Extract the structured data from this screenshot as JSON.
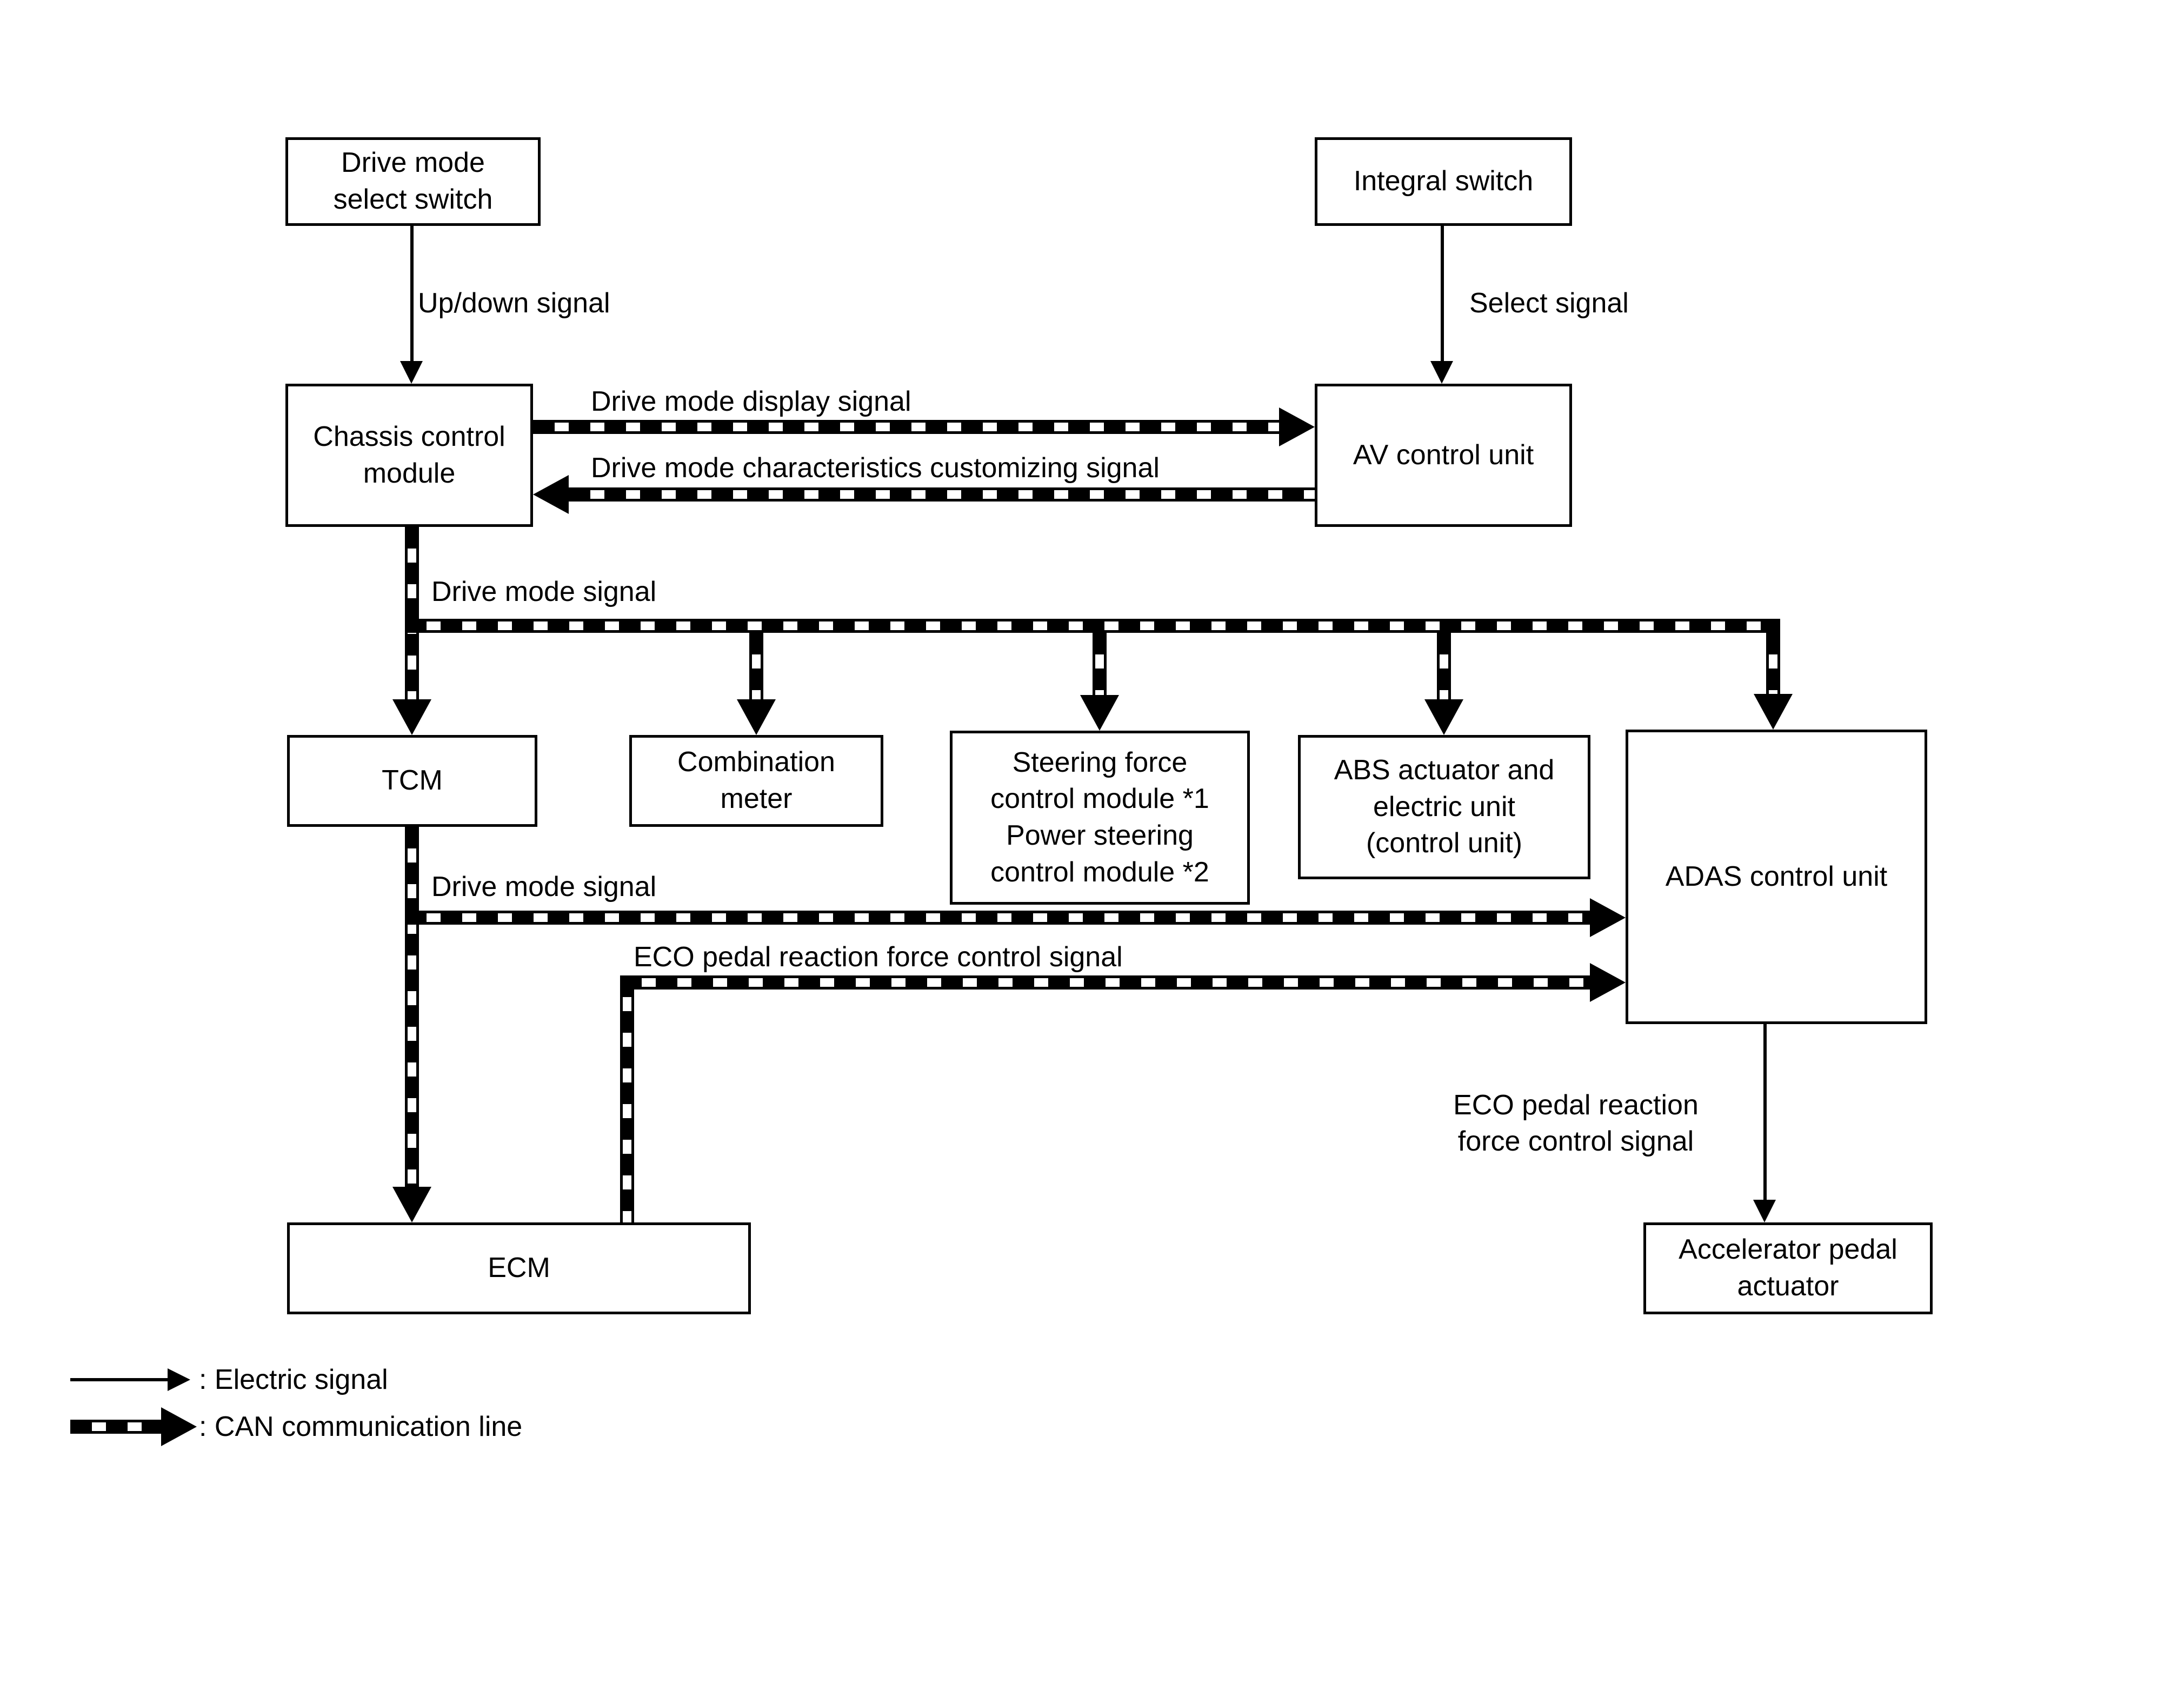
{
  "nodes": {
    "drive_mode_select_switch": "Drive mode\nselect switch",
    "integral_switch": "Integral switch",
    "chassis_control_module": "Chassis control\nmodule",
    "av_control_unit": "AV control unit",
    "tcm": "TCM",
    "combination_meter": "Combination\nmeter",
    "steering_power_module": "Steering force\ncontrol module *1\nPower steering\ncontrol module *2",
    "abs_actuator": "ABS actuator and\nelectric unit\n(control unit)",
    "adas_control_unit": "ADAS control unit",
    "ecm": "ECM",
    "accelerator_pedal_actuator": "Accelerator pedal\nactuator"
  },
  "signals": {
    "up_down": "Up/down signal",
    "select": "Select signal",
    "drive_mode_display": "Drive mode display signal",
    "drive_mode_customizing": "Drive mode characteristics customizing signal",
    "drive_mode_bus": "Drive mode signal",
    "drive_mode_tcm": "Drive mode signal",
    "eco_pedal_horizontal": "ECO pedal reaction force control signal",
    "eco_pedal_vertical": "ECO pedal reaction\nforce control signal"
  },
  "legend": {
    "electric": ": Electric signal",
    "can": ": CAN communication line"
  },
  "colors": {
    "line": "#000000",
    "background": "#ffffff"
  }
}
